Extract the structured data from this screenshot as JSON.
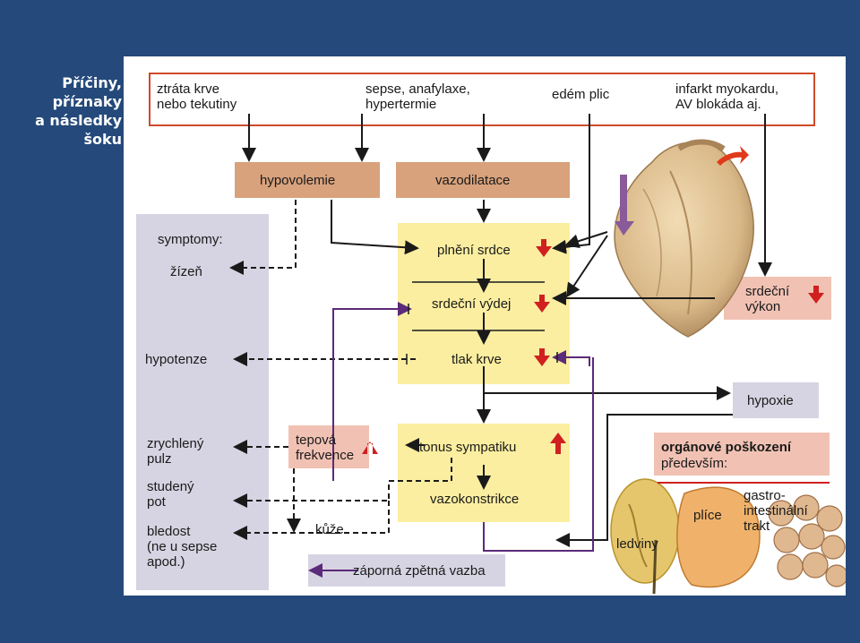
{
  "slide": {
    "title_lines": [
      "Příčiny,",
      "příznaky",
      "a následky",
      "šoku"
    ]
  },
  "causes": {
    "blood_loss": [
      "ztráta krve",
      "nebo tekutiny"
    ],
    "sepsis": [
      "sepse, anafylaxe,",
      "hypertermie"
    ],
    "edema": "edém plic",
    "infarct": [
      "infarkt myokardu,",
      "AV blokáda aj."
    ]
  },
  "mechanisms": {
    "hypovolemia": "hypovolemie",
    "vasodilation": "vazodilatace",
    "filling": "plnění srdce",
    "output": "srdeční výdej",
    "pressure": "tlak krve",
    "sympathetic": "tonus sympatiku",
    "vasoconstriction": "vazokonstrikce",
    "heart_rate": [
      "tepová",
      "frekvence"
    ],
    "skin": "kůže",
    "cardiac_performance": [
      "srdeční",
      "výkon"
    ],
    "hypoxia": "hypoxie"
  },
  "symptoms": {
    "heading": "symptomy:",
    "thirst": "žízeň",
    "hypotension": "hypotenze",
    "fast_pulse": [
      "zrychlený",
      "pulz"
    ],
    "cold_sweat": [
      "studený",
      "pot"
    ],
    "pallor": [
      "bledost",
      "(ne u sepse",
      "apod.)"
    ]
  },
  "organs": {
    "heading": "orgánové poškození",
    "subheading": "především:",
    "kidneys": "ledviny",
    "lungs": "plíce",
    "gi": [
      "gastro-",
      "intestinální",
      "trakt"
    ]
  },
  "legend": {
    "negative_feedback": "záporná zpětná vazba"
  },
  "colors": {
    "background": "#24497a",
    "cause_border": "#d04a2a",
    "tan": "#d8a27c",
    "yellow": "#fbeea0",
    "grey": "#d6d4e2",
    "pink": "#f1c2b4",
    "feedback": "#5b2a7a",
    "down_arrow": "#d02020"
  }
}
